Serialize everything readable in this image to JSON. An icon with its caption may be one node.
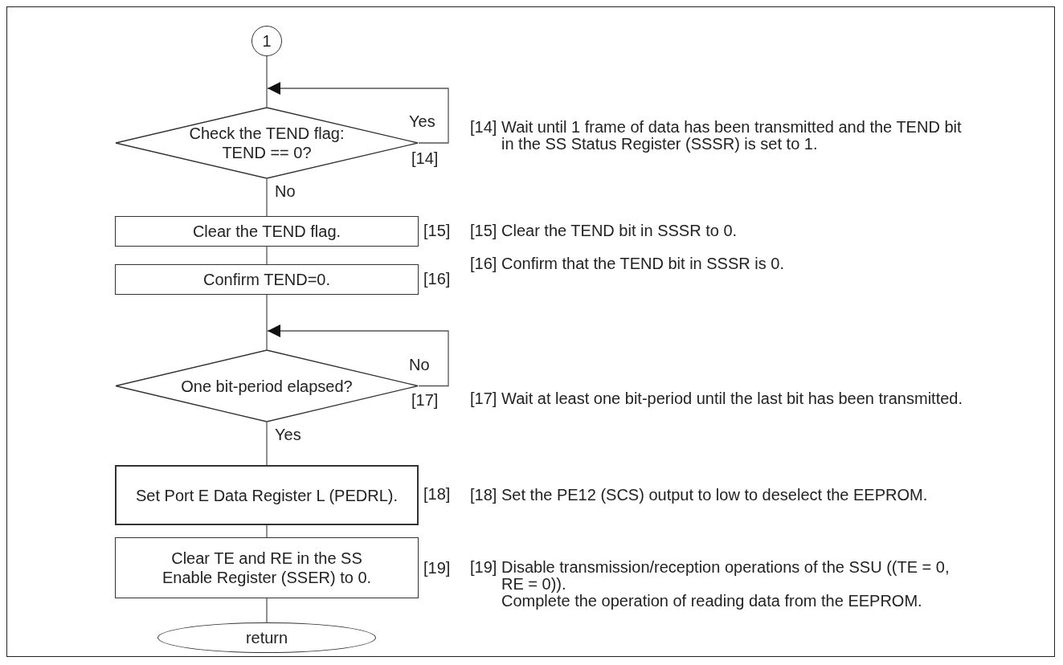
{
  "diagram": {
    "nodes": [
      {
        "text": [
          "1"
        ]
      },
      {
        "text": [
          "Check the TEND flag: TEND == 0?"
        ],
        "beside": [
          "[14]"
        ]
      },
      {
        "text": [
          "Clear the TEND flag."
        ],
        "beside": [
          "[15]"
        ]
      },
      {
        "text": [
          "Confirm TEND=0."
        ],
        "beside": [
          "[16]"
        ]
      },
      {
        "text": [
          "One bit-period elapsed?"
        ],
        "beside": [
          "[17]"
        ]
      },
      {
        "text": [
          "Set Port E Data Register L (PEDRL)."
        ],
        "beside": [
          "[18]"
        ]
      },
      {
        "text": [
          "Clear TE and RE in the SS Enable Register (SSER) to 0."
        ],
        "beside": [
          "[19]"
        ]
      },
      {
        "text": [
          "return"
        ]
      }
    ],
    "edges": [
      {
        "from": 0,
        "to": 1,
        "arrow": "none"
      },
      {
        "from": 1,
        "to": 1,
        "arrow": "to",
        "label": "Yes"
      },
      {
        "from": 1,
        "to": 2,
        "arrow": "none",
        "label": "No"
      },
      {
        "from": 2,
        "to": 3,
        "arrow": "none"
      },
      {
        "from": 3,
        "to": 4,
        "arrow": "none"
      },
      {
        "from": 4,
        "to": 4,
        "arrow": "to",
        "label": "No"
      },
      {
        "from": 4,
        "to": 5,
        "arrow": "none",
        "label": "Yes"
      },
      {
        "from": 5,
        "to": 6,
        "arrow": "none"
      },
      {
        "from": 6,
        "to": 7,
        "arrow": "none"
      }
    ],
    "labels": [
      "[14]",
      "Wait until 1 frame of data has been transmitted and the TEND bit in the SS Status Register (SSSR) is set to 1.",
      "[15]",
      "Clear the TEND bit in SSSR to 0.",
      "[16]",
      "Confirm that the TEND bit in SSSR is 0.",
      "[17]",
      "Wait at least one bit-period until the last bit has been transmitted.",
      "[18]",
      "Set the PE12 (SCS) output to low to deselect the EEPROM.",
      "[19]",
      "Disable transmission/reception operations of the SSU ((TE = 0, RE = 0)).",
      "Complete the operation of reading data from the EEPROM."
    ]
  }
}
